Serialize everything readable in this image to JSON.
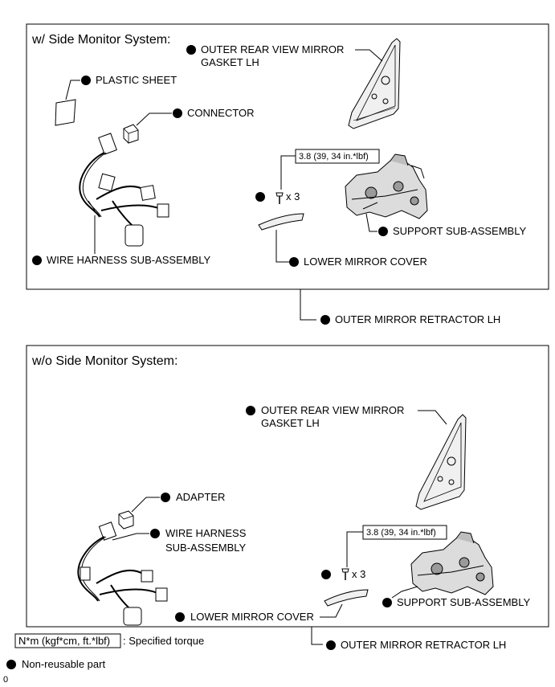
{
  "panel_top": {
    "title": "w/ Side Monitor System:",
    "labels": {
      "gasket_line1": "OUTER REAR VIEW MIRROR",
      "gasket_line2": "GASKET LH",
      "plastic_sheet": "PLASTIC SHEET",
      "connector": "CONNECTOR",
      "torque": "3.8 (39, 34 in.*lbf)",
      "qty": "x 3",
      "support": "SUPPORT SUB-ASSEMBLY",
      "wire_harness": "WIRE HARNESS SUB-ASSEMBLY",
      "lower_cover": "LOWER MIRROR COVER"
    }
  },
  "retractor_top": "OUTER MIRROR RETRACTOR LH",
  "panel_bottom": {
    "title": "w/o Side Monitor System:",
    "labels": {
      "gasket_line1": "OUTER REAR VIEW MIRROR",
      "gasket_line2": "GASKET LH",
      "adapter": "ADAPTER",
      "wire_line1": "WIRE HARNESS",
      "wire_line2": "SUB-ASSEMBLY",
      "torque": "3.8 (39, 34 in.*lbf)",
      "qty": "x 3",
      "support": "SUPPORT SUB-ASSEMBLY",
      "lower_cover": "LOWER MIRROR COVER"
    }
  },
  "retractor_bottom": "OUTER MIRROR RETRACTOR LH",
  "legend": {
    "torque_box": "N*m (kgf*cm, ft.*lbf)",
    "torque_desc": ": Specified torque",
    "non_reusable": "Non-reusable part"
  },
  "figure_code": "0"
}
